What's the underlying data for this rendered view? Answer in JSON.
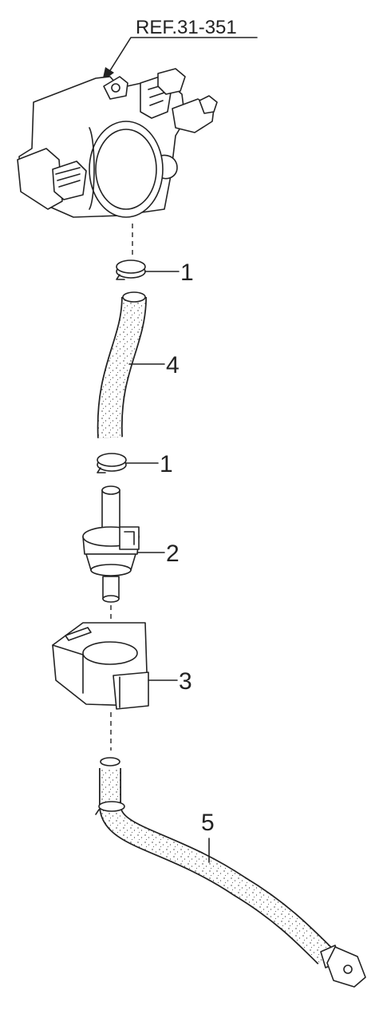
{
  "reference": "REF.31-351",
  "callouts": [
    {
      "id": "clip-upper",
      "number": "1"
    },
    {
      "id": "hose-short",
      "number": "4"
    },
    {
      "id": "clip-lower",
      "number": "1"
    },
    {
      "id": "valve",
      "number": "2"
    },
    {
      "id": "bracket",
      "number": "3"
    },
    {
      "id": "hose-long",
      "number": "5"
    }
  ]
}
